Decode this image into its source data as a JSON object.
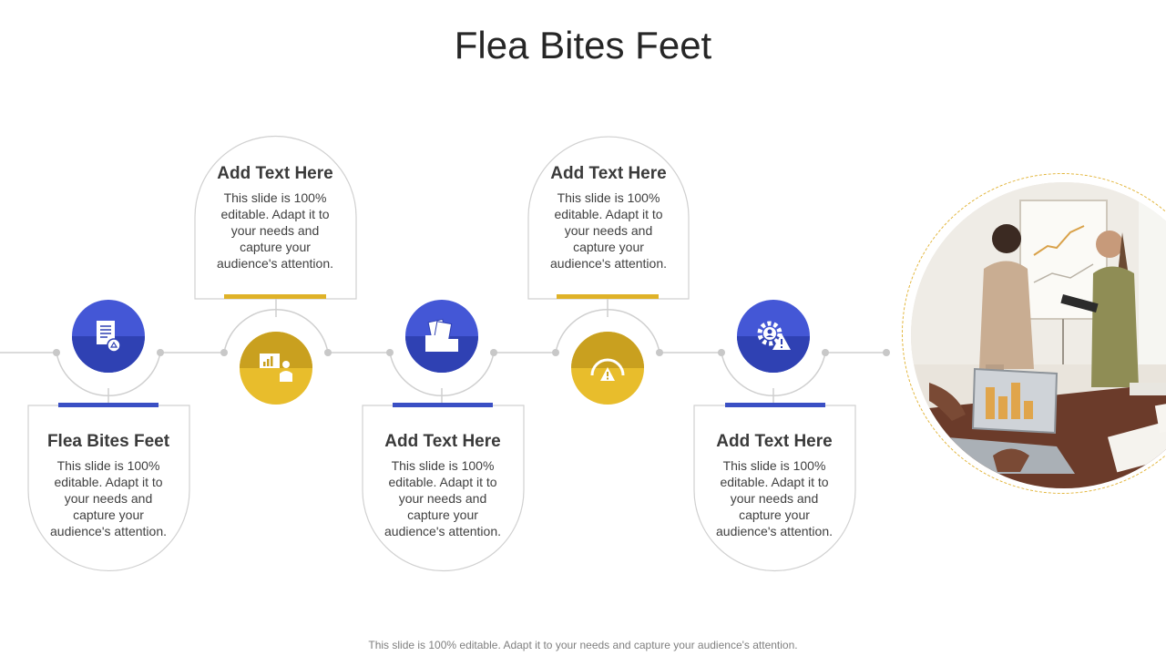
{
  "slide": {
    "title": "Flea Bites Feet",
    "footer": "This slide is 100% editable. Adapt it to your needs and capture your audience's attention."
  },
  "steps": [
    {
      "heading": "Flea Bites Feet",
      "body": "This slide is 100% editable. Adapt it to your needs and capture your audience's attention.",
      "icon": "document-recycle-icon",
      "color": "#3a4fc4"
    },
    {
      "heading": "Add Text Here",
      "body": "This slide is 100% editable. Adapt it to your needs and capture your audience's attention.",
      "icon": "presentation-chart-icon",
      "color": "#dfb228"
    },
    {
      "heading": "Add Text Here",
      "body": "This slide is 100% editable. Adapt it to your needs and capture your audience's attention.",
      "icon": "folder-documents-icon",
      "color": "#3a4fc4"
    },
    {
      "heading": "Add Text Here",
      "body": "This slide is 100% editable. Adapt it to your needs and capture your audience's attention.",
      "icon": "gauge-warning-icon",
      "color": "#dfb228"
    },
    {
      "heading": "Add Text Here",
      "body": "This slide is 100% editable. Adapt it to your needs and capture your audience's attention.",
      "icon": "gear-user-warning-icon",
      "color": "#3a4fc4"
    }
  ],
  "colors": {
    "blue": "#3a4fc4",
    "gold": "#dfb228",
    "line": "#cfcfcf",
    "photo_border": "#e2b53a"
  }
}
